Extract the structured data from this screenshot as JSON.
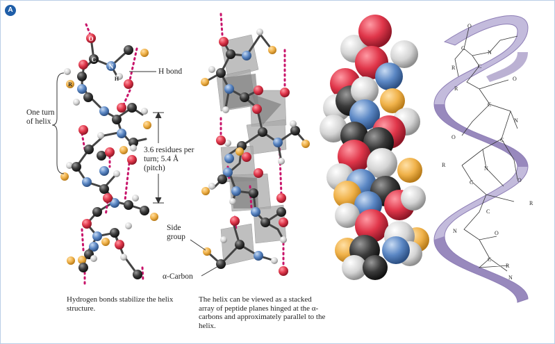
{
  "figure": {
    "panel_label": "A",
    "panel1": {
      "one_turn_label": "One turn of helix",
      "hbond_label": "H bond",
      "residues_label": "3.6 residues per turn; 5.4 Å (pitch)",
      "atom_O": "O",
      "atom_C": "C",
      "atom_N": "N",
      "atom_H": "H",
      "atom_R": "R",
      "caption": "Hydrogen bonds stabilize the helix structure."
    },
    "panel2": {
      "side_group_label": "Side group",
      "alpha_carbon_label": "α-Carbon",
      "caption": "The helix can be viewed as a stacked array of peptide planes hinged at the α-carbons and approximately parallel to the helix."
    },
    "ribbon": {
      "atom_O": "O",
      "atom_C": "C",
      "atom_N": "N",
      "atom_R": "R"
    }
  },
  "colors": {
    "oxygen": "#e0364a",
    "carbon": "#3a3a3a",
    "nitrogen": "#5b87c4",
    "hydrogen": "#d4d4d4",
    "r_group": "#f0b24a",
    "hbond": "#c8146a",
    "plane": "#a9a9a9",
    "ribbon": "#b9afd6",
    "ribbon_dark": "#8d7db5",
    "frame": "#b9cde6",
    "badge": "#1f5ea8"
  }
}
